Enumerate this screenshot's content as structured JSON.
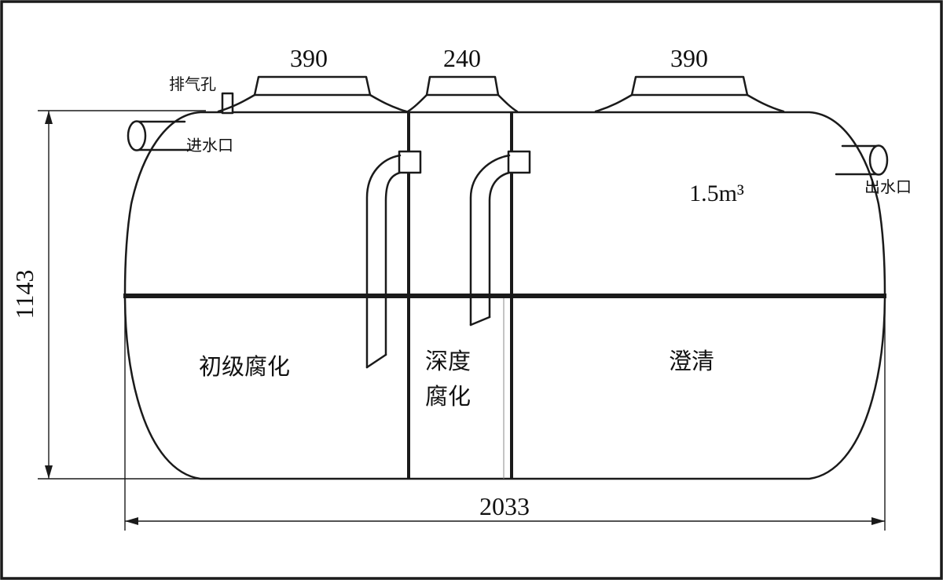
{
  "figure": {
    "type": "technical-drawing",
    "subject": "septic-tank-side-section",
    "line_color": "#1a1a1a",
    "background_color": "#ffffff"
  },
  "labels": {
    "vent": "排气孔",
    "inlet": "进水口",
    "outlet": "出水口",
    "volume": "1.5m³",
    "chamber_left": "初级腐化",
    "chamber_mid_line1": "深度",
    "chamber_mid_line2": "腐化",
    "chamber_right": "澄清"
  },
  "dimensions": {
    "opening_left": "390",
    "opening_mid": "240",
    "opening_right": "390",
    "height": "1143",
    "length": "2033"
  }
}
